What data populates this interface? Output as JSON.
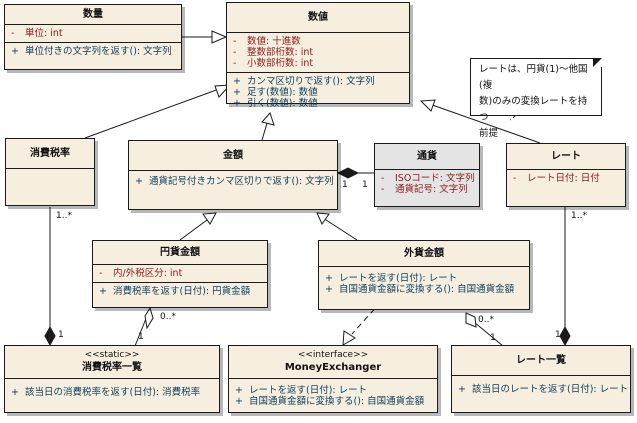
{
  "classes": {
    "quantity": {
      "name": "数量",
      "attrs": [
        "単位: int"
      ],
      "ops": [
        "単位付きの文字列を返す(): 文字列"
      ]
    },
    "number": {
      "name": "数値",
      "attrs": [
        "数値: 十進数",
        "整数部桁数: int",
        "小数部桁数: int"
      ],
      "ops": [
        "カンマ区切りで返す(): 文字列",
        "足す(数値): 数値",
        "引く(数値): 数値"
      ]
    },
    "consumption_tax": {
      "name": "消費税率"
    },
    "amount": {
      "name": "金額",
      "ops": [
        "通貨記号付きカンマ区切りで返す(): 文字列"
      ]
    },
    "currency": {
      "name": "通貨",
      "attrs": [
        "ISOコード: 文字列",
        "通貨記号: 文字列"
      ]
    },
    "rate": {
      "name": "レート",
      "attrs": [
        "レート日付: 日付"
      ]
    },
    "yen_amount": {
      "name": "円貨金額",
      "attrs": [
        "内/外税区分: int"
      ],
      "ops": [
        "消費税率を返す(日付): 円貨金額"
      ]
    },
    "foreign_amount": {
      "name": "外貨金額",
      "ops": [
        "レートを返す(日付): レート",
        "自国通貨金額に変換する(): 自国通貨金額"
      ]
    },
    "tax_list": {
      "stereotype": "<<static>>",
      "name": "消費税率一覧",
      "ops": [
        "該当日の消費税率を返す(日付): 消費税率"
      ]
    },
    "money_exchanger": {
      "stereotype": "<<interface>>",
      "name": "MoneyExchanger",
      "ops": [
        "レートを返す(日付): レート",
        "自国通貨金額に変換する(): 自国通貨金額"
      ]
    },
    "rate_list": {
      "name": "レート一覧",
      "ops": [
        "該当日のレートを返す(日付): レート"
      ]
    }
  },
  "note": {
    "lines": [
      "レートは、円貨(1)～他国(複",
      "数)のみの変換レートを持つ",
      "前提"
    ]
  },
  "symbols": {
    "private": "-",
    "public": "+"
  },
  "multiplicities": {
    "tax_many": "1..*",
    "tax_one": "1",
    "currency_left_1": "1",
    "currency_left_2": "1",
    "rate_many": "1..*",
    "rate_one": "1",
    "yen_many": "0..*",
    "yen_one": "1",
    "foreign_many": "0..*",
    "foreign_one": "1"
  },
  "colors": {
    "class_fill": "#f6efdf",
    "gray_fill": "#e4e4e4",
    "attr": "#8b1a1a",
    "op": "#0c3d5c"
  }
}
